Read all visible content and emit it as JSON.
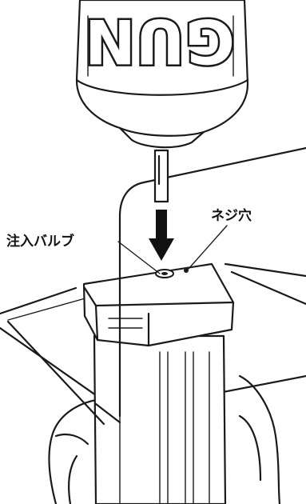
{
  "figure": {
    "can_lettering": "GUN",
    "labels": {
      "injection_valve": "注入バルブ",
      "screw_hole": "ネジ穴"
    },
    "colors": {
      "ink": "#1a1a1a",
      "paper": "#ffffff"
    }
  }
}
